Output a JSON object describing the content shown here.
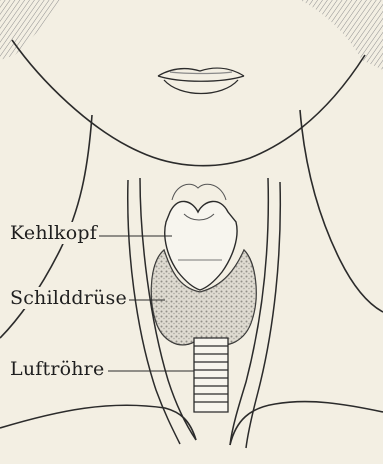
{
  "labels": {
    "kehlkopf": "Kehlkopf",
    "schilddruese": "Schilddrüse",
    "luftroehre": "Luftröhre"
  },
  "colors": {
    "background": "#f3efe3",
    "ink": "#2b2b2b",
    "shade": "#9a9a9a",
    "thyroid": "#b9b6ae",
    "larynx": "#f7f5ee"
  }
}
